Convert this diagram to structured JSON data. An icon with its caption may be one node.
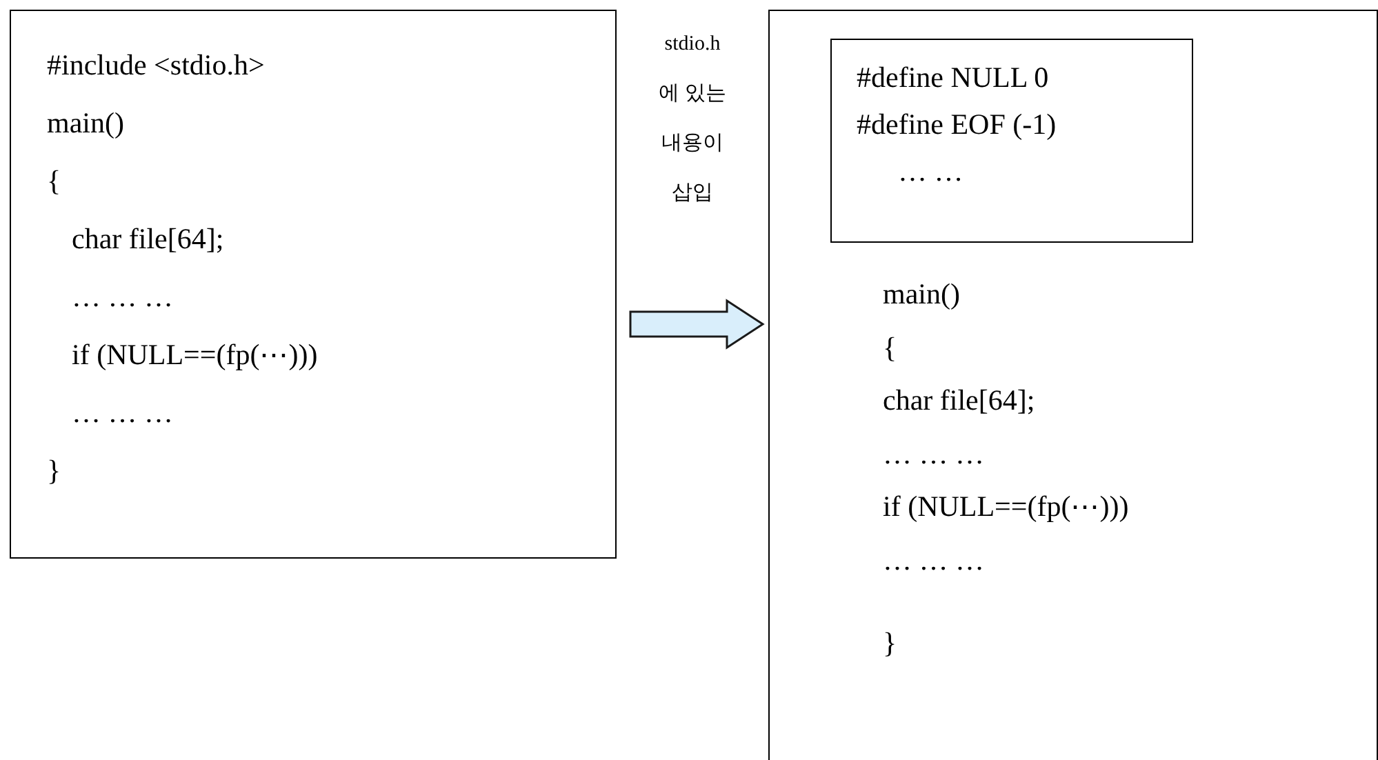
{
  "diagram": {
    "nodes": [
      {
        "text": [
          "#include <stdio.h>",
          "main()",
          "{",
          "char file[64];",
          "… … …",
          "if (NULL==(fp(⋯)))",
          "… … …",
          "}"
        ]
      },
      {
        "text": [
          "main()",
          "{",
          "char file[64];",
          "… … …",
          "if (NULL==(fp(⋯)))",
          "… … …",
          "}"
        ]
      },
      {
        "text": [
          "#define NULL 0",
          "#define EOF (-1)",
          "… …"
        ],
        "in": 1
      }
    ],
    "edges": [
      {
        "from": 0,
        "to": 1,
        "arrow": "to"
      }
    ],
    "labels": [
      "stdio.h 에 있는 내용이 삽입"
    ]
  }
}
